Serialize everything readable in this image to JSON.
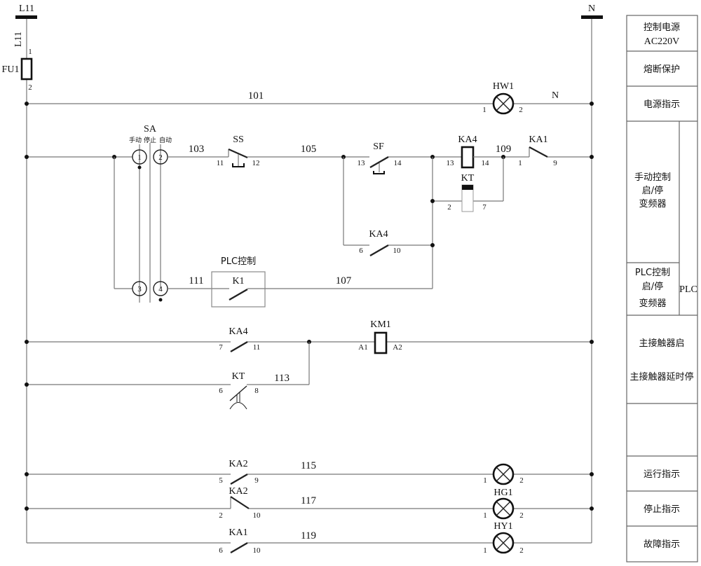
{
  "buses": {
    "line": "L11",
    "line_vertical": "L11",
    "neutral": "N"
  },
  "fuse": {
    "name": "FU1",
    "pin1": "1",
    "pin2": "2"
  },
  "lamp_hw1": {
    "name": "HW1",
    "pin1": "1",
    "pin2": "2",
    "neutral_label": "N"
  },
  "wires": {
    "w101": "101",
    "w103": "103",
    "w105": "105",
    "w107": "107",
    "w109": "109",
    "w111": "111",
    "w113": "113",
    "w115": "115",
    "w117": "117",
    "w119": "119"
  },
  "sa": {
    "name": "SA",
    "pos_manual": "手动",
    "pos_stop": "停止",
    "pos_auto": "自动",
    "c1": "1",
    "c2": "2",
    "c3": "3",
    "c4": "4"
  },
  "ss": {
    "name": "SS",
    "pin_a": "11",
    "pin_b": "12"
  },
  "sf": {
    "name": "SF",
    "pin_a": "13",
    "pin_b": "14"
  },
  "ka4_coil": {
    "name": "KA4",
    "pin_a": "13",
    "pin_b": "14"
  },
  "ka1_nc": {
    "name": "KA1",
    "pin_a": "1",
    "pin_b": "9"
  },
  "kt_coil": {
    "name": "KT",
    "pin_a": "2",
    "pin_b": "7"
  },
  "ka4_hold": {
    "name": "KA4",
    "pin_a": "6",
    "pin_b": "10"
  },
  "plc": {
    "title": "PLC控制",
    "contact": "K1"
  },
  "ka4_km": {
    "name": "KA4",
    "pin_a": "7",
    "pin_b": "11"
  },
  "km1": {
    "name": "KM1",
    "pin_a": "A1",
    "pin_b": "A2"
  },
  "kt_delay": {
    "name": "KT",
    "pin_a": "6",
    "pin_b": "8"
  },
  "ka2_run": {
    "name": "KA2",
    "pin_a": "5",
    "pin_b": "9",
    "lamp_pin1": "1",
    "lamp_pin2": "2"
  },
  "ka2_stop": {
    "name": "KA2",
    "pin_a": "2",
    "pin_b": "10",
    "lamp": "HG1",
    "lamp_pin1": "1",
    "lamp_pin2": "2"
  },
  "ka1_fault": {
    "name": "KA1",
    "pin_a": "6",
    "pin_b": "10",
    "lamp": "HY1",
    "lamp_pin1": "1",
    "lamp_pin2": "2"
  },
  "table": {
    "r1a": "控制电源",
    "r1b": "AC220V",
    "r2": "熔断保护",
    "r3": "电源指示",
    "r4a": "手动控制",
    "r4b": "启/停",
    "r4c": "变频器",
    "r5a": "PLC控制",
    "r5b": "启/停",
    "r5c": "变频器",
    "r5side": "PLC",
    "r6a": "主接触器启",
    "r6b": "主接触器延时停",
    "r8": "运行指示",
    "r9": "停止指示",
    "r10": "故障指示"
  }
}
